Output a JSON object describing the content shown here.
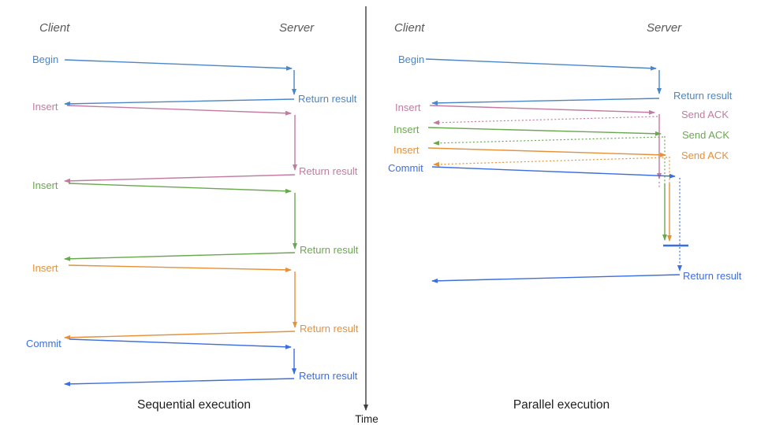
{
  "palette": {
    "steel_blue": "#4a86c8",
    "royal_blue": "#3c6ee0",
    "pink": "#c27ba0",
    "green": "#6aa84f",
    "orange": "#e69138",
    "axis": "#3d3d3d",
    "actor_text": "#595959",
    "title_text": "#1f1f1f"
  },
  "left_panel": {
    "client_label": "Client",
    "server_label": "Server",
    "title": "Sequential execution",
    "messages": [
      {
        "label": "Begin",
        "response_label": "Return result"
      },
      {
        "label": "Insert",
        "response_label": "Return result"
      },
      {
        "label": "Insert",
        "response_label": "Return result"
      },
      {
        "label": "Insert",
        "response_label": "Return result"
      },
      {
        "label": "Commit",
        "response_label": "Return result"
      }
    ]
  },
  "right_panel": {
    "client_label": "Client",
    "server_label": "Server",
    "title": "Parallel execution",
    "messages": [
      {
        "label": "Begin",
        "response_label": "Return result"
      },
      {
        "label": "Insert",
        "response_label": "Send ACK"
      },
      {
        "label": "Insert",
        "response_label": "Send ACK"
      },
      {
        "label": "Insert",
        "response_label": "Send ACK"
      },
      {
        "label": "Commit",
        "response_label": "Return result"
      }
    ]
  },
  "time_axis": {
    "label": "Time"
  }
}
